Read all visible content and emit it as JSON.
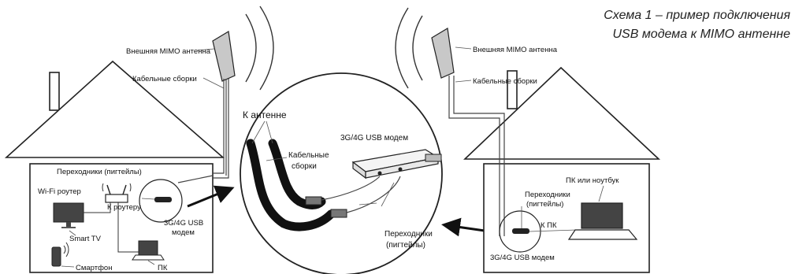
{
  "title": {
    "line1": "Схема 1 – пример подключения",
    "line2": "USB модема к MIMO антенне"
  },
  "left_house": {
    "antenna_label": "Внешняя MIMO антенна",
    "cables_label": "Кабельные сборки",
    "pigtails_label": "Переходники (пигтейлы)",
    "router_label": "Wi-Fi роутер",
    "to_router_label": "К роутеру",
    "modem_label_1": "3G/4G USB",
    "modem_label_2": "модем",
    "smart_tv_label": "Smart TV",
    "smartphone_label": "Смартфон",
    "pc_label": "ПК"
  },
  "center_detail": {
    "to_antenna_label": "К антенне",
    "cables_label_1": "Кабельные",
    "cables_label_2": "сборки",
    "modem_label": "3G/4G USB модем",
    "pigtails_label_1": "Переходники",
    "pigtails_label_2": "(пигтейлы)"
  },
  "right_house": {
    "antenna_label": "Внешняя MIMO антенна",
    "cables_label": "Кабельные сборки",
    "laptop_label": "ПК или ноутбук",
    "pigtails_label_1": "Переходники",
    "pigtails_label_2": "(пигтейлы)",
    "to_pc_label": "К ПК",
    "modem_label": "3G/4G USB модем"
  }
}
